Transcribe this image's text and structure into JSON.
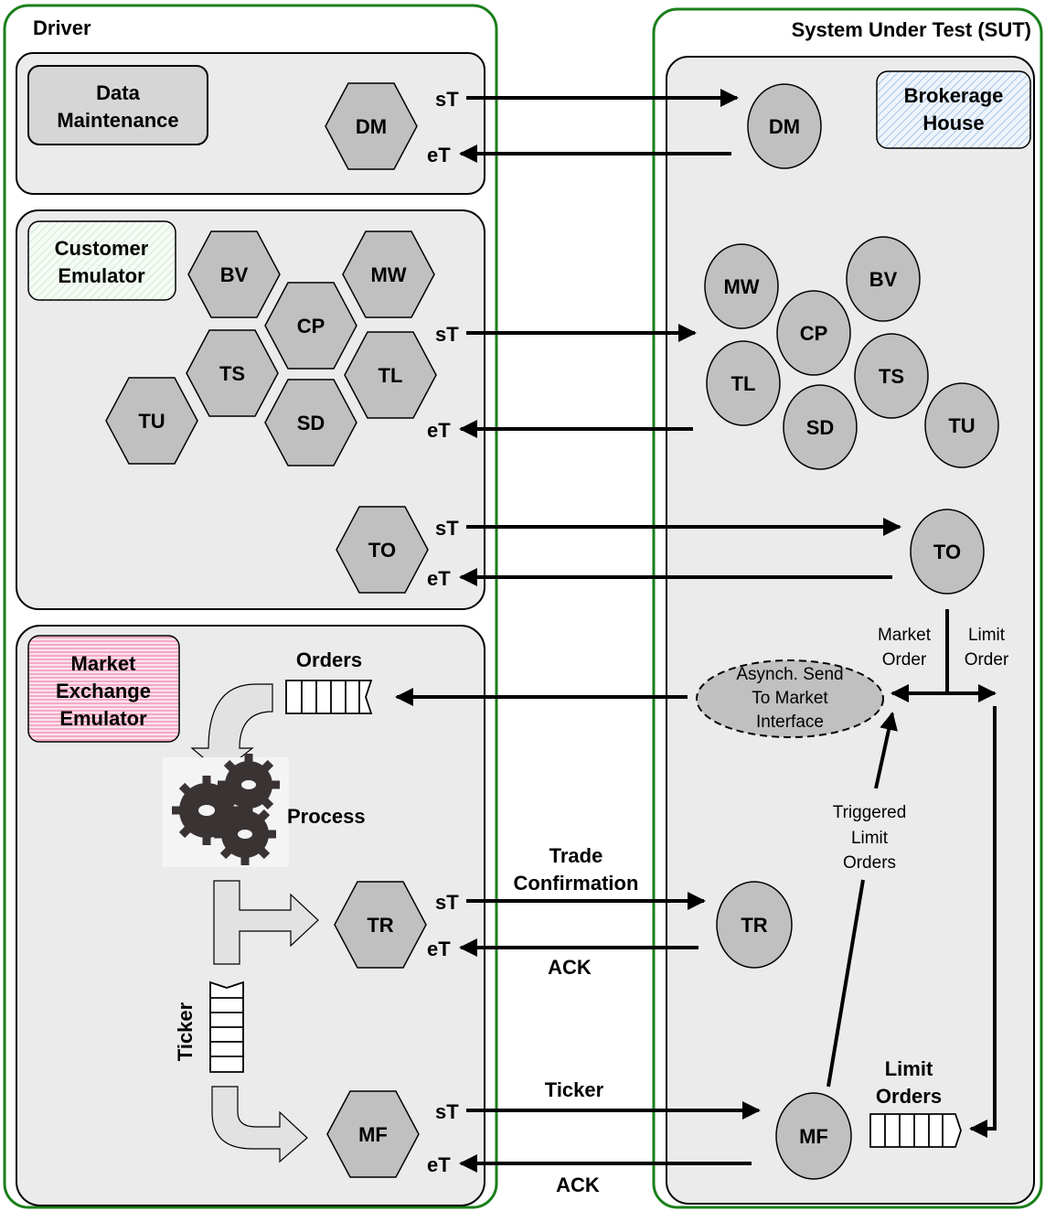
{
  "regions": {
    "driver": "Driver",
    "sut": "System Under Test (SUT)"
  },
  "labels": {
    "data_maintenance_1": "Data",
    "data_maintenance_2": "Maintenance",
    "customer_emulator_1": "Customer",
    "customer_emulator_2": "Emulator",
    "market_exchange_1": "Market",
    "market_exchange_2": "Exchange",
    "market_exchange_3": "Emulator",
    "brokerage_1": "Brokerage",
    "brokerage_2": "House",
    "orders": "Orders",
    "process": "Process",
    "ticker_vertical": "Ticker",
    "trade_1": "Trade",
    "trade_2": "Confirmation",
    "ack_tr": "ACK",
    "ticker_flow": "Ticker",
    "ack_mf": "ACK",
    "market_order_1": "Market",
    "market_order_2": "Order",
    "limit_order_1": "Limit",
    "limit_order_2": "Order",
    "async_1": "Asynch. Send",
    "async_2": "To Market",
    "async_3": "Interface",
    "triggered_1": "Triggered",
    "triggered_2": "Limit",
    "triggered_3": "Orders",
    "limit_orders_1": "Limit",
    "limit_orders_2": "Orders",
    "st": "sT",
    "et": "eT"
  },
  "driver_transactions": [
    "DM",
    "BV",
    "MW",
    "CP",
    "TS",
    "TL",
    "TU",
    "SD",
    "TO",
    "TR",
    "MF"
  ],
  "sut_transactions": [
    "DM",
    "MW",
    "BV",
    "CP",
    "TL",
    "TS",
    "SD",
    "TU",
    "TO",
    "TR",
    "MF"
  ],
  "colors": {
    "region_border": "#1a7f1a",
    "panel_fill": "#ebebeb",
    "shape_fill": "#c0c0c0",
    "customer_tint": "#e9f6e9",
    "brokerage_tint": "#dce8f6",
    "market_tint": "#f6c4d6"
  }
}
